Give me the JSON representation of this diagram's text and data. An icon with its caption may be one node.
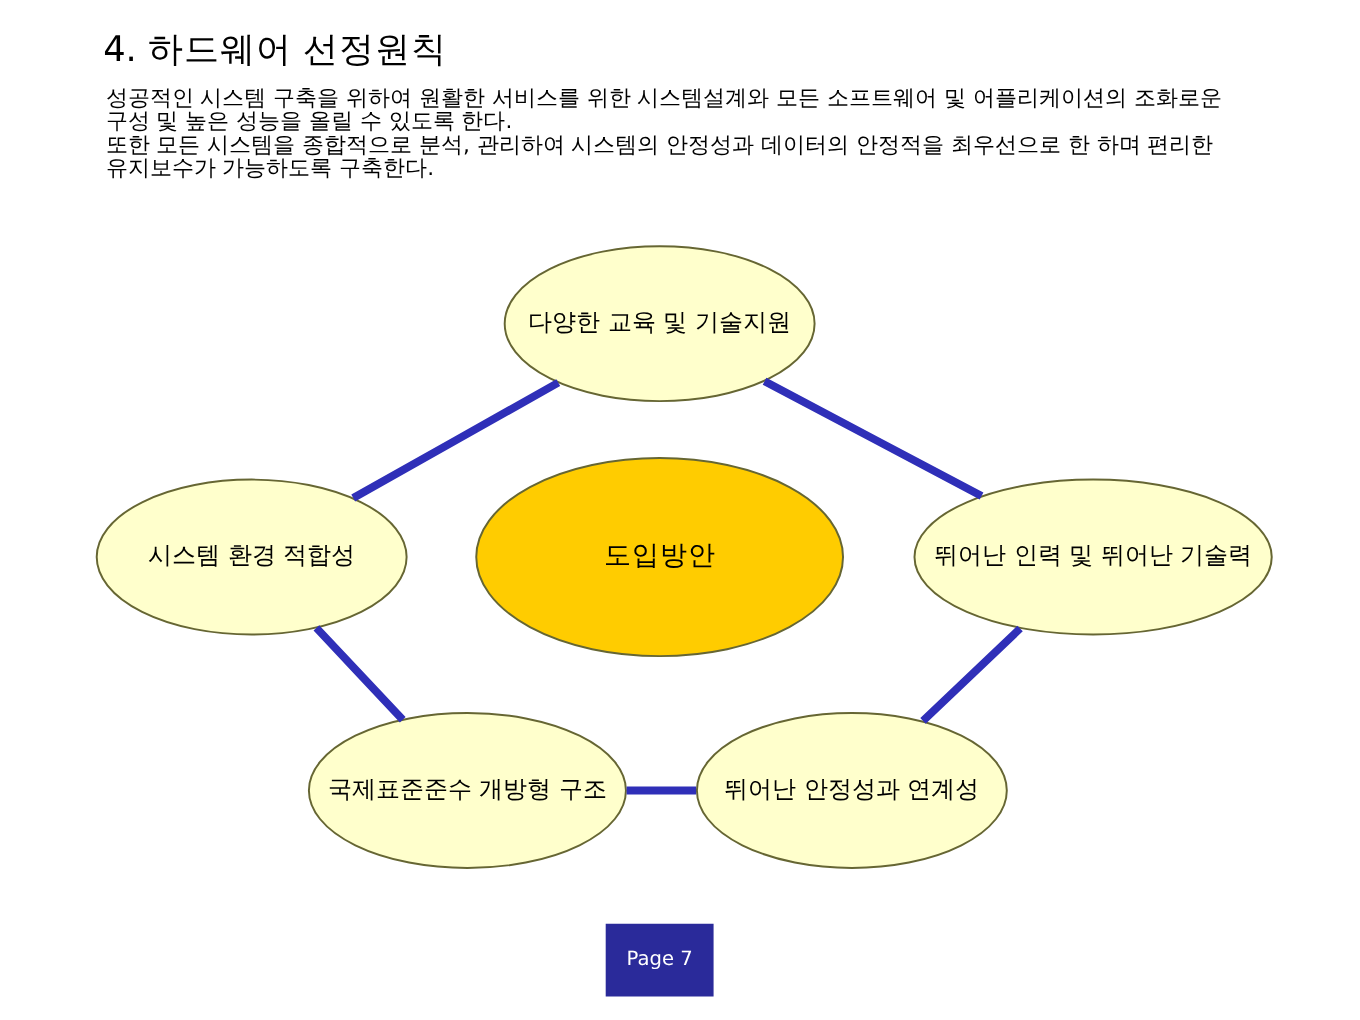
{
  "diagram": {
    "title": "4. 하드웨어 선정원칙",
    "nodes": [
      {
        "text": [
          "다양한 교육 및 기술지원"
        ]
      },
      {
        "text": [
          "시스템 환경 적합성"
        ]
      },
      {
        "text": [
          "도입방안"
        ]
      },
      {
        "text": [
          "뛰어난 인력 및 뛰어난 기술력"
        ]
      },
      {
        "text": [
          "국제표준준수 개방형 구조"
        ]
      },
      {
        "text": [
          "뛰어난 안정성과 연계성"
        ]
      }
    ],
    "edges": [
      {
        "from": 0,
        "to": 1,
        "arrow": "none"
      },
      {
        "from": 0,
        "to": 3,
        "arrow": "none"
      },
      {
        "from": 3,
        "to": 5,
        "arrow": "none"
      },
      {
        "from": 4,
        "to": 5,
        "arrow": "none"
      },
      {
        "from": 1,
        "to": 4,
        "arrow": "none"
      }
    ],
    "labels": [
      "성공적인 시스템 구축을 위하여 원활한 서비스를 위한 시스템설계와 모든 소프트웨어 및 어플리케이션의 조화로운 구성 및 높은 성능을 올릴 수 있도록 한다.",
      "또한 모든 시스템을 종합적으로 분석, 관리하여 시스템의 안정성과 데이터의 안정적을 최우선으로 한 하며 편리한 유지보수가 가능하도록 구축한다.",
      "Page 7"
    ]
  }
}
